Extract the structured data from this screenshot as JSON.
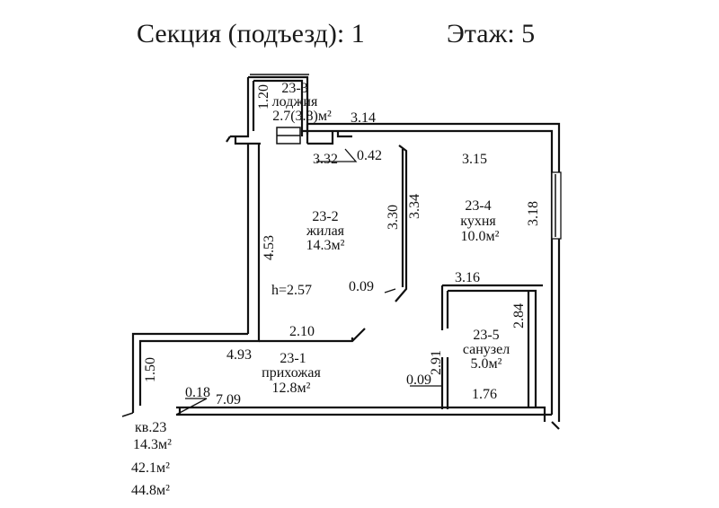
{
  "header": {
    "section": "Секция (подъезд): 1",
    "floor": "Этаж: 5"
  },
  "rooms": [
    {
      "id": "23-3",
      "name": "лоджия",
      "area": "2.7(3.8)м²"
    },
    {
      "id": "23-2",
      "name": "жилая",
      "area": "14.3м²"
    },
    {
      "id": "23-4",
      "name": "кухня",
      "area": "10.0м²"
    },
    {
      "id": "23-1",
      "name": "прихожая",
      "area": "12.8м²"
    },
    {
      "id": "23-5",
      "name": "санузел",
      "area": "5.0м²"
    }
  ],
  "dimensions": {
    "loggia_height": "1.20",
    "loggia_width": "3.14",
    "d_332": "3.32",
    "d_042": "0.42",
    "d_315": "3.15",
    "d_318": "3.18",
    "d_330": "3.30",
    "d_334": "3.34",
    "d_453": "4.53",
    "d_009a": "0.09",
    "ceiling": "h=2.57",
    "d_316": "3.16",
    "d_284": "2.84",
    "d_210": "2.10",
    "d_493": "4.93",
    "d_291": "2.91",
    "d_150": "1.50",
    "d_009b": "0.09",
    "d_018": "0.18",
    "d_709": "7.09",
    "d_176": "1.76"
  },
  "summary": {
    "apt": "кв.23",
    "living": "14.3м²",
    "total": "42.1м²",
    "total_with_loggia": "44.8м²"
  }
}
